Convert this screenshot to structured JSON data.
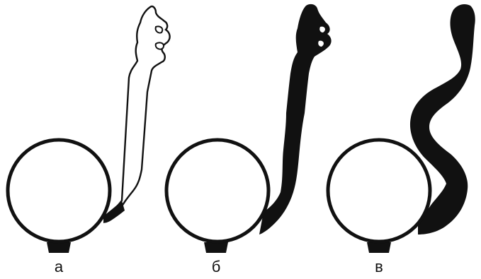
{
  "panels": [
    {
      "label": "а"
    },
    {
      "label": "б"
    },
    {
      "label": "в"
    }
  ],
  "colors": {
    "ink": "#111111",
    "background": "#ffffff"
  }
}
